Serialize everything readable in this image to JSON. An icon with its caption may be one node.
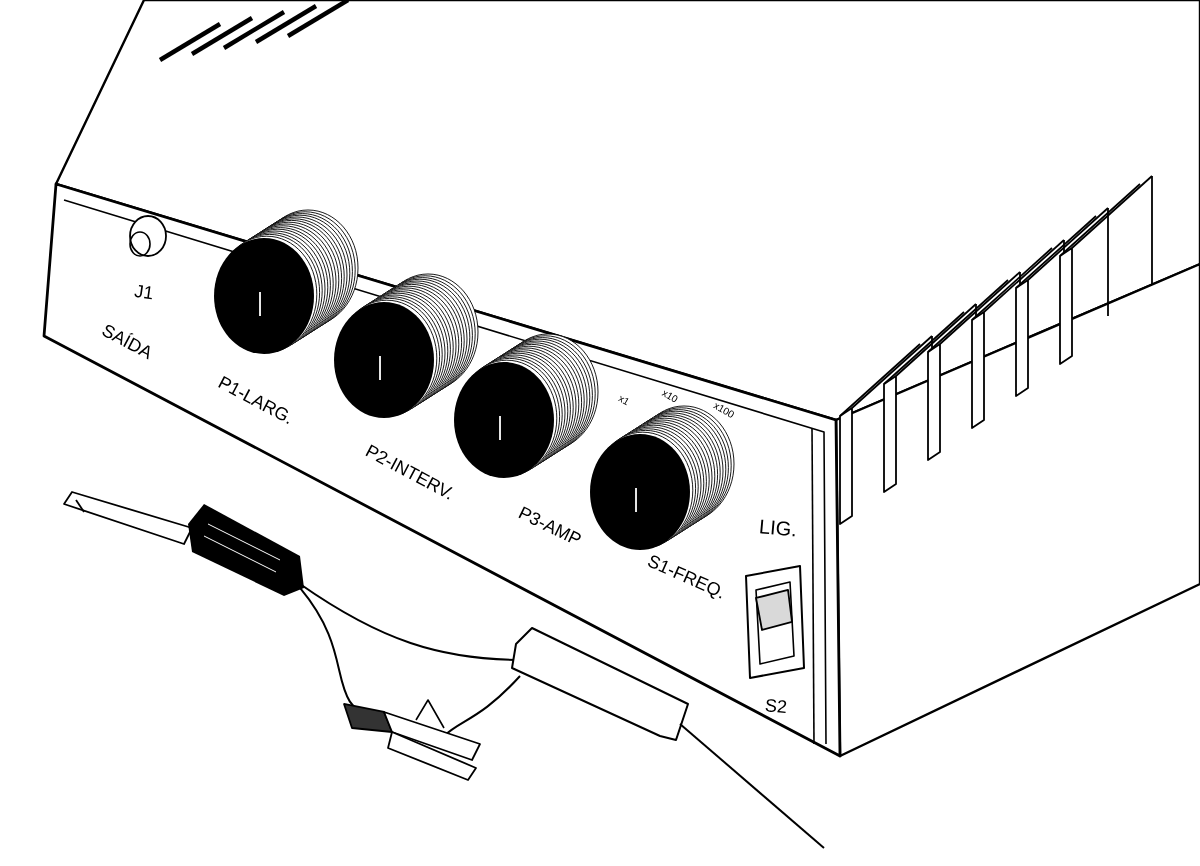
{
  "diagram": {
    "labels": [
      "J1",
      "SAÍDA",
      "P1-LARG.",
      "P2-INTERV.",
      "P3-AMP",
      "x1",
      "x10",
      "x100",
      "S1-FREQ.",
      "LIG.",
      "S2"
    ]
  }
}
